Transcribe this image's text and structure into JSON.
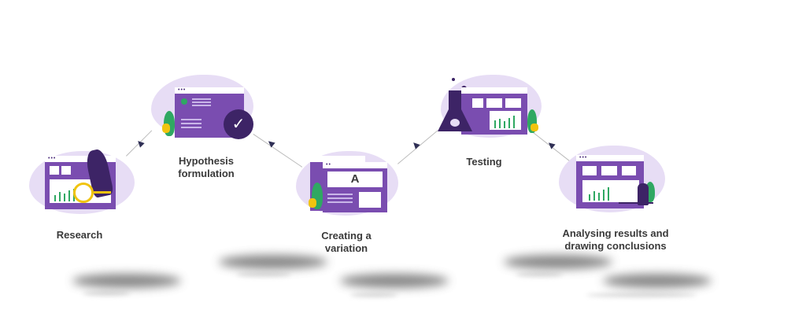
{
  "steps": [
    {
      "label": "Research",
      "icon": "magnifier-icon"
    },
    {
      "label": "Hypothesis formulation",
      "icon": "checkmark-icon"
    },
    {
      "label": "Creating a variation",
      "icon": "variation-a-icon",
      "variant_letter": "A"
    },
    {
      "label": "Testing",
      "icon": "flask-icon"
    },
    {
      "label": "Analysing results and drawing conclusions",
      "icon": "analyst-icon"
    }
  ],
  "colors": {
    "accent": "#7a4db0",
    "blob": "#e7ddf5",
    "green": "#2fa862",
    "yellow": "#f1c40f",
    "dark": "#3d2466"
  }
}
